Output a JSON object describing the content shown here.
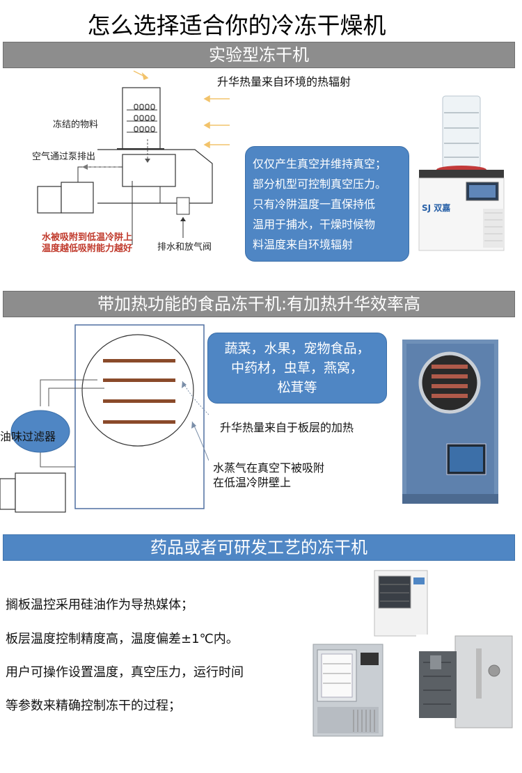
{
  "page": {
    "title": "怎么选择适合你的冷冻干燥机"
  },
  "section1": {
    "header": "实验型冻干机",
    "heat_source": "升华热量来自环境的热辐射",
    "diagram": {
      "material": "冻结的物料",
      "air_exhaust": "空气通过泵排出",
      "adsorption_line1": "水被吸附到低温冷阱上",
      "adsorption_line2": "温度越低吸附能力越好",
      "drain": "排水和放气阀"
    },
    "callout": [
      "仅仅产生真空并维持真空；",
      "部分机型可控制真空压力。",
      "只有冷阱温度一直保持低",
      "温用于捕水，干燥时候物",
      "料温度来自环境辐射"
    ],
    "brand_logo": "SJ 双嘉"
  },
  "section2": {
    "header": "带加热功能的食品冻干机:有加热升华效率高",
    "callout": [
      "蔬菜，水果，宠物食品，",
      "中药材，虫草，燕窝，",
      "松茸等"
    ],
    "filter_label": "油味过滤器",
    "heat_note": "升华热量来自于板层的加热",
    "vapor_line1": "水蒸气在真空下被吸附",
    "vapor_line2": "在低温冷阱壁上"
  },
  "section3": {
    "header": "药品或者可研发工艺的冻干机",
    "lines": [
      "搁板温控采用硅油作为导热媒体；",
      "板层温度控制精度高，温度偏差±1℃内。",
      "用户可操作设置温度，真空压力，运行时间",
      "等参数来精确控制冻干的过程；"
    ]
  },
  "colors": {
    "gray_bar": "#8d8d8d",
    "blue": "#4f86c4",
    "shelf_brown": "#8a4a2a",
    "red_text": "#c0392b"
  }
}
